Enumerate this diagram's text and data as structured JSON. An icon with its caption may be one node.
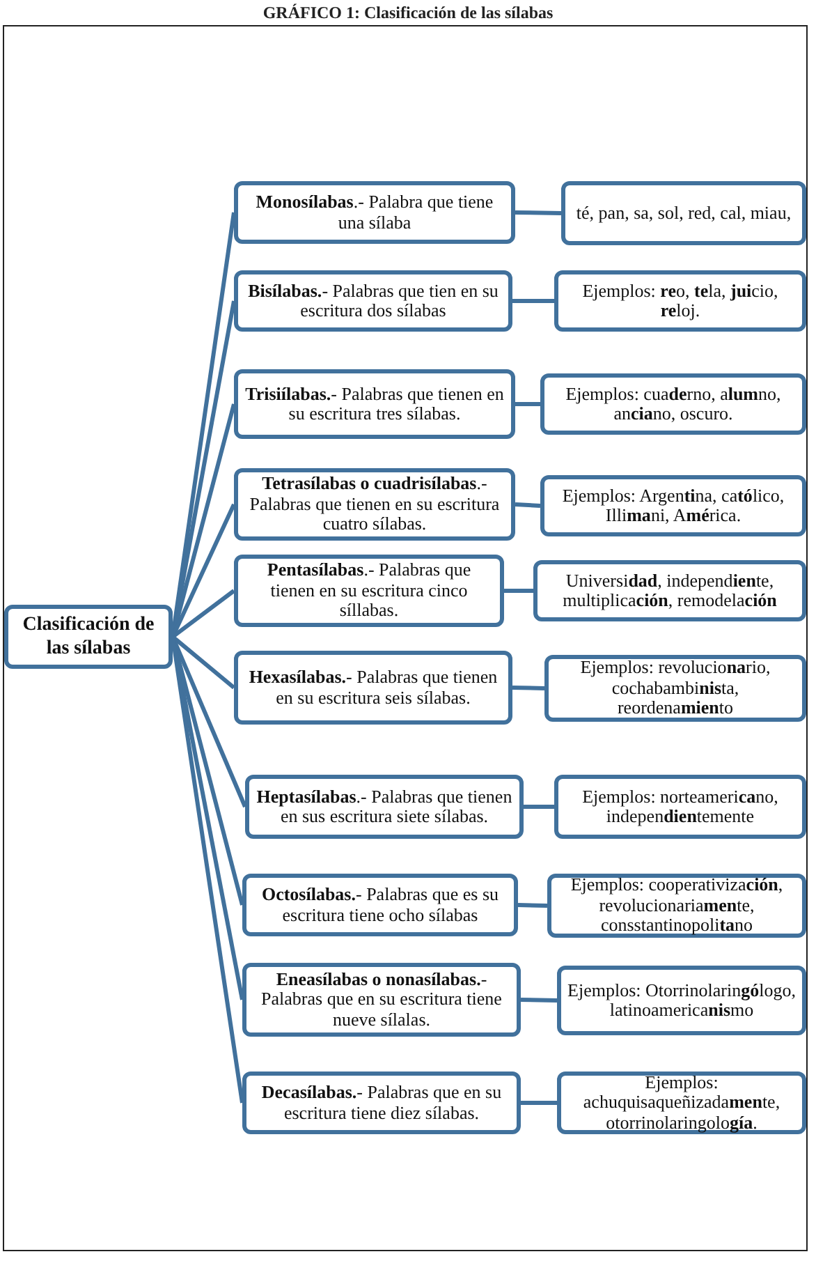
{
  "diagram": {
    "title": "GRÁFICO 1: Clasificación de las sílabas",
    "nodes": [
      {
        "text": [
          "Clasificación de las sílabas"
        ]
      },
      {
        "text": [
          "**Monosílabas**.- Palabra que tiene una sílaba"
        ]
      },
      {
        "text": [
          "té, pan, sa, sol, red, cal, miau,"
        ]
      },
      {
        "text": [
          "**Bisílabas.**- Palabras que tien en su escritura dos sílabas"
        ]
      },
      {
        "text": [
          "Ejemplos: **re**o, **te**la, **jui**cio, **re**loj."
        ]
      },
      {
        "text": [
          "**Trisiílabas.**- Palabras que tienen en su escritura tres sílabas."
        ]
      },
      {
        "text": [
          "Ejemplos: cua**de**rno, a**lum**no, an**cia**no, oscuro."
        ]
      },
      {
        "text": [
          "**Tetrasílabas o cuadrisílabas**.- Palabras que tienen en su escritura cuatro sílabas."
        ]
      },
      {
        "text": [
          "Ejemplos: Argen**ti**na, ca**tó**lico, Illi**ma**ni, A**mé**rica."
        ]
      },
      {
        "text": [
          "**Pentasílabas**.- Palabras que tienen en su escritura cinco síllabas."
        ]
      },
      {
        "text": [
          "Universi**dad**, independ**ien**te, multiplica**ción**, remodela**ción**"
        ]
      },
      {
        "text": [
          "**Hexasílabas.**- Palabras que tienen en su escritura seis sílabas."
        ]
      },
      {
        "text": [
          "Ejemplos: revolucio**na**rio, cochabambi**nis**ta, reordena**mien**to"
        ]
      },
      {
        "text": [
          "**Heptasílabas**.- Palabras que tienen en sus escritura siete sílabas."
        ]
      },
      {
        "text": [
          "Ejemplos: norteameri**ca**no, indepen**dien**temente"
        ]
      },
      {
        "text": [
          "**Octosílabas.**- Palabras que es su escritura tiene ocho sílabas"
        ]
      },
      {
        "text": [
          "Ejemplos: cooperativiza**ción**, revolucionaria**men**te, consstantinopoli**ta**no"
        ]
      },
      {
        "text": [
          "**Eneasílabas o nonasílabas.**- Palabras que en su escritura tiene nueve sílalas."
        ]
      },
      {
        "text": [
          "Ejemplos: Otorrinolarin**gó**logo, latinoamerica**nis**mo"
        ]
      },
      {
        "text": [
          "**Decasílabas.**- Palabras que en su escritura tiene diez sílabas."
        ]
      },
      {
        "text": [
          "Ejemplos: achuquisaqueñizada**men**te, otorrinolaringolo**gía**."
        ]
      }
    ],
    "edges": [
      {
        "from": 0,
        "to": 1,
        "arrow": "none"
      },
      {
        "from": 0,
        "to": 3,
        "arrow": "none"
      },
      {
        "from": 0,
        "to": 5,
        "arrow": "none"
      },
      {
        "from": 0,
        "to": 7,
        "arrow": "none"
      },
      {
        "from": 0,
        "to": 9,
        "arrow": "none"
      },
      {
        "from": 0,
        "to": 11,
        "arrow": "none"
      },
      {
        "from": 0,
        "to": 13,
        "arrow": "none"
      },
      {
        "from": 0,
        "to": 15,
        "arrow": "none"
      },
      {
        "from": 0,
        "to": 17,
        "arrow": "none"
      },
      {
        "from": 0,
        "to": 19,
        "arrow": "none"
      },
      {
        "from": 1,
        "to": 2,
        "arrow": "none"
      },
      {
        "from": 3,
        "to": 4,
        "arrow": "none"
      },
      {
        "from": 5,
        "to": 6,
        "arrow": "none"
      },
      {
        "from": 7,
        "to": 8,
        "arrow": "none"
      },
      {
        "from": 9,
        "to": 10,
        "arrow": "none"
      },
      {
        "from": 11,
        "to": 12,
        "arrow": "none"
      },
      {
        "from": 13,
        "to": 14,
        "arrow": "none"
      },
      {
        "from": 15,
        "to": 16,
        "arrow": "none"
      },
      {
        "from": 17,
        "to": 18,
        "arrow": "none"
      },
      {
        "from": 19,
        "to": 20,
        "arrow": "none"
      }
    ]
  }
}
